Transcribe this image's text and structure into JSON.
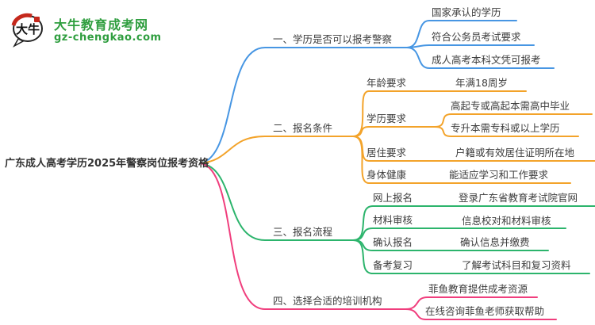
{
  "site": {
    "name": "大牛教育成考网",
    "domain": "gz-chengkao.com",
    "logo_glyph": "大牛"
  },
  "colors": {
    "blue": "#4796e3",
    "orange": "#f3a32a",
    "green": "#2cb46c",
    "pink": "#f03e7d",
    "brand": "#2f9e3f",
    "logo_red": "#c5281c",
    "text": "#3d3d3d"
  },
  "map": {
    "root": "广东成人高考学历2025年警察岗位报考资格",
    "branches": [
      {
        "label": "一、学历是否可以报考警察",
        "children": [
          {
            "label": "国家承认的学历"
          },
          {
            "label": "符合公务员考试要求"
          },
          {
            "label": "成人高考本科文凭可报考"
          }
        ]
      },
      {
        "label": "二、报名条件",
        "children": [
          {
            "label": "年龄要求",
            "children": [
              {
                "label": "年满18周岁"
              }
            ]
          },
          {
            "label": "学历要求",
            "children": [
              {
                "label": "高起专或高起本需高中毕业"
              },
              {
                "label": "专升本需专科或以上学历"
              }
            ]
          },
          {
            "label": "居住要求",
            "children": [
              {
                "label": "户籍或有效居住证明所在地"
              }
            ]
          },
          {
            "label": "身体健康",
            "children": [
              {
                "label": "能适应学习和工作要求"
              }
            ]
          }
        ]
      },
      {
        "label": "三、报名流程",
        "children": [
          {
            "label": "网上报名",
            "children": [
              {
                "label": "登录广东省教育考试院官网"
              }
            ]
          },
          {
            "label": "材料审核",
            "children": [
              {
                "label": "信息校对和材料审核"
              }
            ]
          },
          {
            "label": "确认报名",
            "children": [
              {
                "label": "确认信息并缴费"
              }
            ]
          },
          {
            "label": "备考复习",
            "children": [
              {
                "label": "了解考试科目和复习资料"
              }
            ]
          }
        ]
      },
      {
        "label": "四、选择合适的培训机构",
        "children": [
          {
            "label": "菲鱼教育提供成考资源"
          },
          {
            "label": "在线咨询菲鱼老师获取帮助"
          }
        ]
      }
    ]
  }
}
